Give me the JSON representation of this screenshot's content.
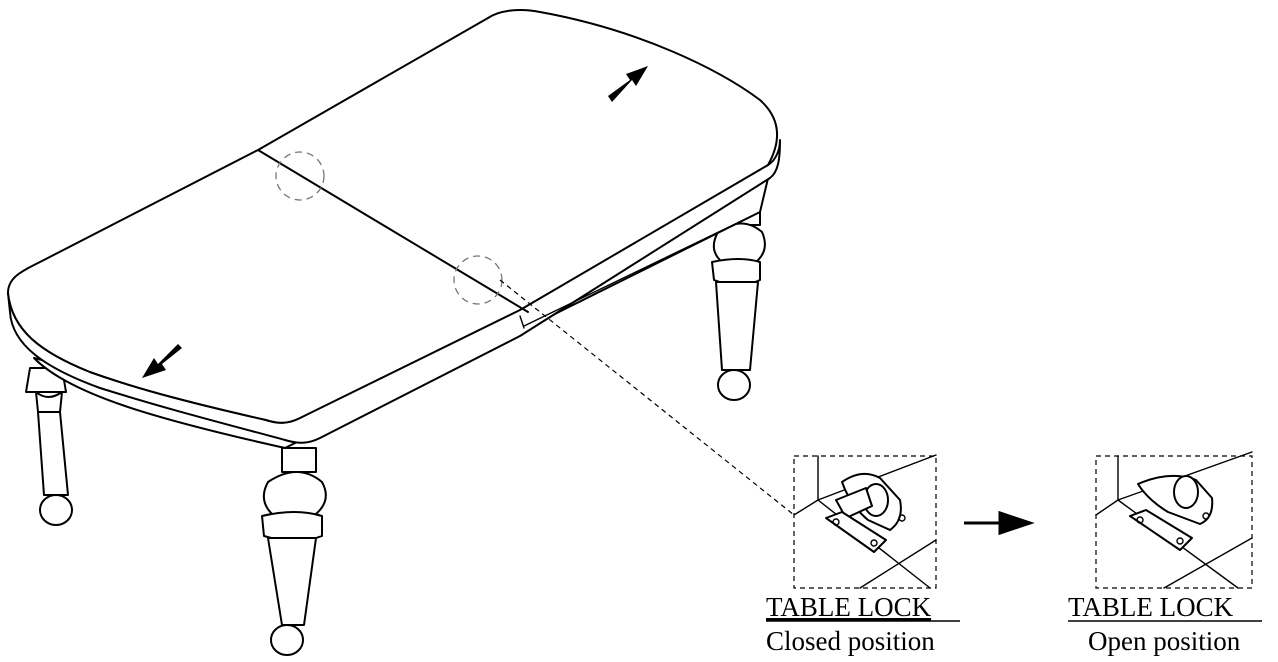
{
  "diagram": {
    "callouts": [
      {
        "title": "TABLE LOCK",
        "subtitle": "Closed position"
      },
      {
        "title": "TABLE LOCK",
        "subtitle": "Open position"
      }
    ],
    "colors": {
      "line": "#000000",
      "background": "#ffffff",
      "dashed_circle": "#777777"
    },
    "icons": [
      "arrow-up-right-icon",
      "arrow-down-left-icon",
      "arrow-right-icon"
    ]
  }
}
